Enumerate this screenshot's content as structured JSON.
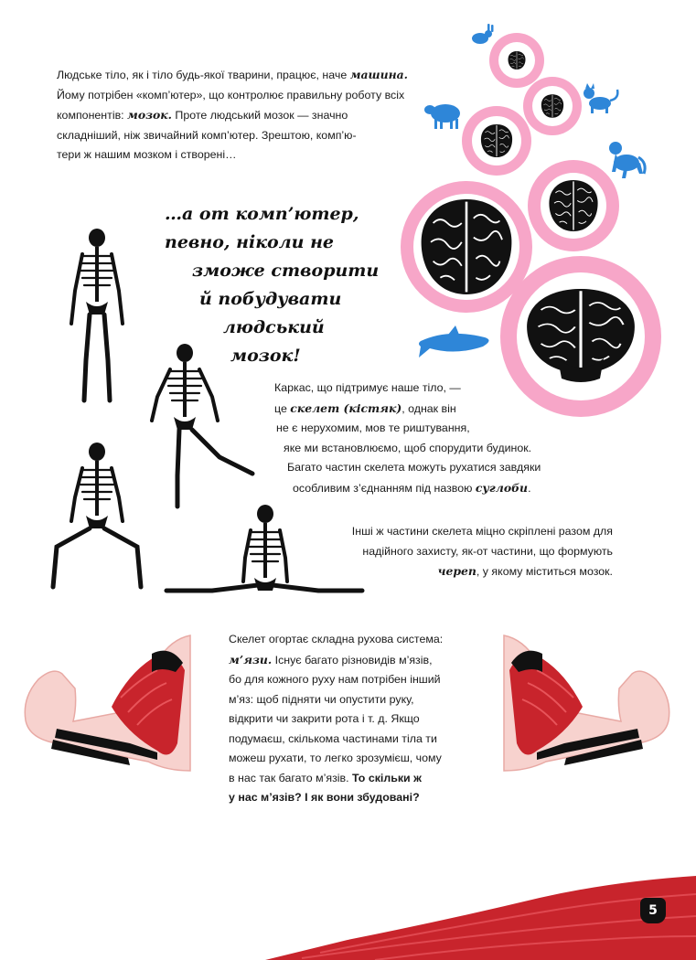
{
  "intro": {
    "lines": [
      {
        "a": "Людське тіло, як і тіло будь-якої тварини, працює, наче ",
        "b": "машина."
      },
      {
        "a": "Йому потрібен «комп’ютер», що контролює правильну роботу всіх",
        "b": ""
      },
      {
        "a": "компонентів: ",
        "b": "мозок.",
        "c": " Проте людський мозок — значно"
      },
      {
        "a": "складніший, ніж звичайний комп’ютер. Зрештою, комп’ю-",
        "b": ""
      },
      {
        "a": "тери ж нашим мозком і створені…",
        "b": ""
      }
    ]
  },
  "quote": {
    "lines": [
      "…а от комп’ютер,",
      "певно, ніколи не",
      "зможе створити",
      "й побудувати",
      "людський",
      "мозок!"
    ]
  },
  "skeleton_text": {
    "l1": "Каркас, що підтримує наше тіло, —",
    "l2a": "це ",
    "l2b": "скелет (кістяк)",
    "l2c": ", однак він",
    "l3": "не є нерухомим, мов те риштування,",
    "l4": "яке ми встановлюємо, щоб спорудити будинок.",
    "l5": "Багато частин скелета можуть рухатися завдяки",
    "l6a": "особливим з’єднанням під назвою ",
    "l6b": "суглоби",
    "l6c": "."
  },
  "skull_text": {
    "l1": "Інші ж частини скелета міцно скріплені разом для",
    "l2": "надійного захисту, як-от частини, що формують",
    "l3a": "череп",
    "l3b": ", у якому міститься мозок."
  },
  "muscle_text": {
    "l1": "Скелет огортає складна рухова система:",
    "l2a": "м’язи.",
    "l2b": " Існує багато різновидів м’язів,",
    "l3": "бо для кожного руху нам потрібен інший",
    "l4": "м’яз: щоб підняти чи опустити руку,",
    "l5": "відкрити чи закрити рота і т. д. Якщо",
    "l6": "подумаєш, скількома частинами тіла ти",
    "l7": "можеш рухати, то легко зрозумієш, чому",
    "l8a": "в нас так багато м’язів. ",
    "l8b": "То скільки ж",
    "l9": "у нас м’язів? І як вони збудовані?"
  },
  "page_number": "5",
  "colors": {
    "pink": "#f7a6c8",
    "pink_dark": "#ef7fb0",
    "blue": "#2e86d8",
    "muscle_red": "#c8242c",
    "skin": "#f7d2ce",
    "dark": "#111111"
  },
  "icons": [
    "rabbit-icon",
    "cat-icon",
    "sheep-icon",
    "monkey-icon",
    "human-icon",
    "dolphin-icon",
    "brain-icon",
    "skeleton-icon",
    "arm-muscle-icon"
  ]
}
